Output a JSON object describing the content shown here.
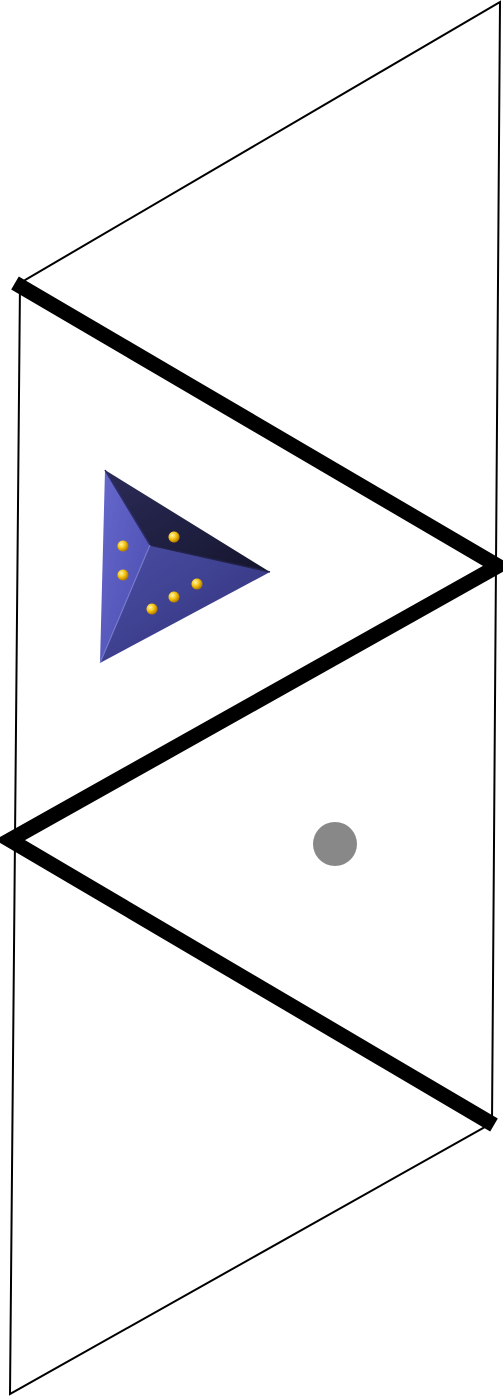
{
  "diagram": {
    "background": "#ffffff",
    "stroke_color": "#000000",
    "outline": {
      "name": "parallelogram-outline"
    },
    "fold_lines": {
      "name": "zigzag-fold-lines",
      "segments": 3
    },
    "tetrahedron": {
      "name": "tetrahedron-die-icon",
      "face_colors": {
        "left": "#5a5cc0",
        "top": "#23234a",
        "bottom": "#3d3f90",
        "edge_highlight": "#8b8de0"
      },
      "pips_color": "#f4c20d",
      "pips_top_face": 1,
      "pips_left_face": 2,
      "pips_bottom_face": 3
    },
    "marker": {
      "name": "gray-dot-marker",
      "color": "#888888"
    }
  }
}
